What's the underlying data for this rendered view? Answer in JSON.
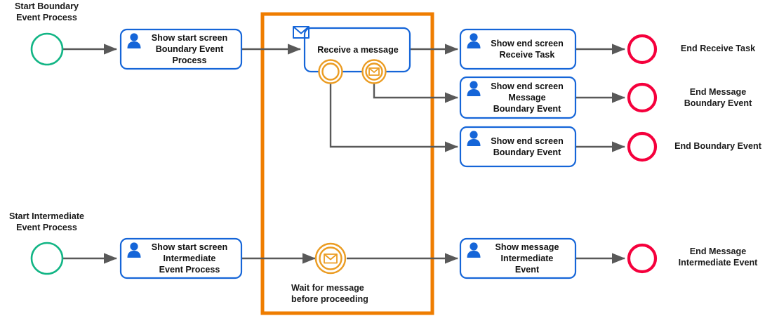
{
  "diagram": {
    "title": "BPMN message event process diagram",
    "colors": {
      "start_event": "#12b585",
      "end_event": "#f5003c",
      "task_border": "#1565d8",
      "boundary_event": "#eb9c22",
      "group_box": "#ef7d00",
      "flow_line": "#595959",
      "person_icon": "#1565d8"
    }
  },
  "group": {
    "name": "message-wait-group",
    "note": "Wait for message\nbefore proceeding"
  },
  "lanes": {
    "boundary": {
      "start_label": "Start Boundary\nEvent Process",
      "start_event_name": "start-event-boundary-process",
      "task_label": "Show start screen\nBoundary Event\nProcess",
      "receive_task_label": "Receive a message",
      "boundary_plain_name": "boundary-event-plain",
      "boundary_message_name": "boundary-event-message",
      "branches": [
        {
          "task_label": "Show end screen\nReceive Task",
          "end_label": "End Receive Task"
        },
        {
          "task_label": "Show end screen\nMessage\nBoundary Event",
          "end_label": "End Message\nBoundary Event"
        },
        {
          "task_label": "Show end screen\nBoundary Event",
          "end_label": "End Boundary Event"
        }
      ]
    },
    "intermediate": {
      "start_label": "Start Intermediate\nEvent Process",
      "start_event_name": "start-event-intermediate-process",
      "task_label": "Show start screen\nIntermediate\nEvent Process",
      "catch_event_name": "intermediate-message-catch-event",
      "end_task_label": "Show message\nIntermediate\nEvent",
      "end_label": "End Message\nIntermediate Event"
    }
  },
  "icons": {
    "person": "user-icon",
    "envelope": "envelope-icon"
  }
}
